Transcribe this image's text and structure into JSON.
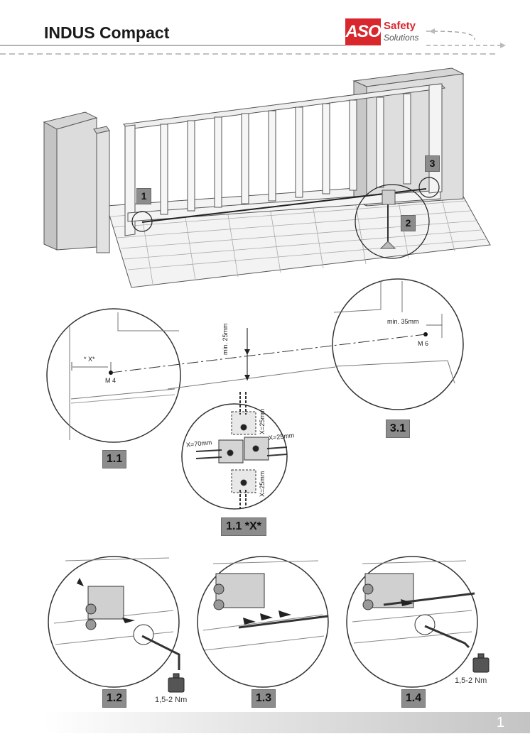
{
  "header": {
    "title": "INDUS Compact",
    "logo": {
      "badge": "ASO",
      "word1": "Safety",
      "word2": "Solutions"
    }
  },
  "callouts": {
    "c1": "1",
    "c2": "2",
    "c3": "3"
  },
  "steps": {
    "s1_1": "1.1",
    "s3_1": "3.1",
    "s1_1x": "1.1 *X*",
    "s1_2": "1.2",
    "s1_3": "1.3",
    "s1_4": "1.4"
  },
  "dimensions": {
    "min25": "min. 25mm",
    "min35": "min. 35mm",
    "x": "* X*",
    "m4": "M 4",
    "m6": "M 6",
    "x70": "X=70mm",
    "x25a": "X=25mm",
    "x25b": "X=25mm",
    "x25c": "X=25mm"
  },
  "torque": {
    "left": "1,5-2 Nm",
    "right": "1,5-2 Nm"
  },
  "footer": {
    "page_number": "1"
  },
  "colors": {
    "brand_red": "#d8272d",
    "label_gray": "#8c8c8c"
  }
}
